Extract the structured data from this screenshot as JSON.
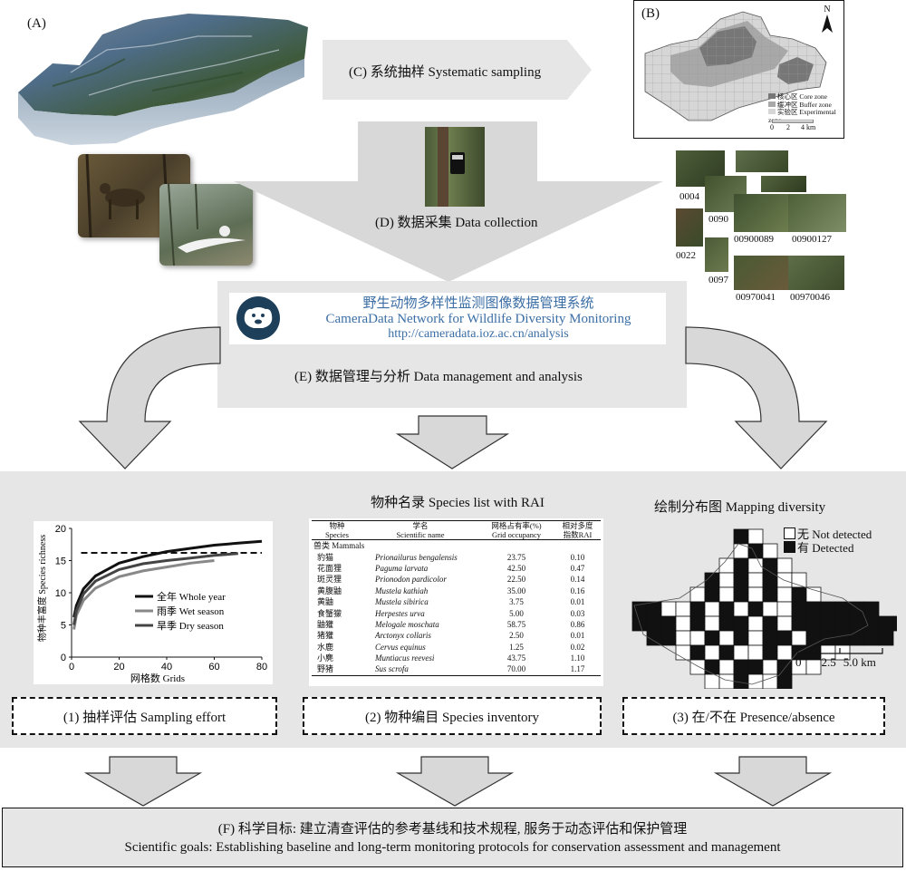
{
  "labels": {
    "A": "(A)",
    "B": "(B)"
  },
  "step_c": "(C) 系统抽样 Systematic sampling",
  "step_d": "(D) 数据采集 Data collection",
  "step_e": "(E) 数据管理与分析 Data management and analysis",
  "map_b": {
    "north": "N",
    "legend": [
      {
        "label": "核心区 Core zone",
        "color": "#777777"
      },
      {
        "label": "缓冲区 Buffer zone",
        "color": "#a8a8a8"
      },
      {
        "label": "实验区 Experimental zone",
        "color": "#d6d6d6"
      }
    ],
    "scale": [
      "0",
      "2",
      "4 km"
    ]
  },
  "thumbnails": [
    "0004",
    "0090",
    "0022",
    "00900089",
    "00900127",
    "0097",
    "00970041",
    "00970046"
  ],
  "system": {
    "title_cn": "野生动物多样性监测图像数据管理系统",
    "title_en": "CameraData Network for Wildlife Diversity Monitoring",
    "url": "http://cameradata.ioz.ac.cn/analysis",
    "accent": "#3b6ea5",
    "logo_color": "#1e3f5a"
  },
  "outputs": {
    "sampling": "(1) 抽样评估 Sampling effort",
    "inventory": "(2) 物种编目 Species inventory",
    "presence": "(3) 在/不在 Presence/absence"
  },
  "species_list": {
    "title": "物种名录 Species list with RAI",
    "headers": [
      [
        "物种",
        "Species"
      ],
      [
        "学名",
        "Scientific name"
      ],
      [
        "网格占有率(%)",
        "Grid occupancy"
      ],
      [
        "相对多度",
        "指数RAI"
      ]
    ],
    "group": "兽类 Mammals",
    "rows": [
      [
        "豹猫",
        "Prionailurus bengalensis",
        "23.75",
        "0.10"
      ],
      [
        "花面狸",
        "Paguma larvata",
        "42.50",
        "0.47"
      ],
      [
        "斑灵狸",
        "Prionodon pardicolor",
        "22.50",
        "0.14"
      ],
      [
        "黄腹鼬",
        "Mustela kathiah",
        "35.00",
        "0.16"
      ],
      [
        "黄鼬",
        "Mustela sibirica",
        "3.75",
        "0.01"
      ],
      [
        "食蟹獴",
        "Herpestes urva",
        "5.00",
        "0.03"
      ],
      [
        "鼬獾",
        "Melogale moschata",
        "58.75",
        "0.86"
      ],
      [
        "猪獾",
        "Arctonyx collaris",
        "2.50",
        "0.01"
      ],
      [
        "水鹿",
        "Cervus equinus",
        "1.25",
        "0.02"
      ],
      [
        "小麂",
        "Muntiacus reevesi",
        "43.75",
        "1.10"
      ],
      [
        "野猪",
        "Sus scrofa",
        "70.00",
        "1.17"
      ]
    ]
  },
  "mapping": {
    "title": "绘制分布图 Mapping diversity",
    "legend_not": "无 Not detected",
    "legend_yes": "有 Detected",
    "scale": [
      "0",
      "2.5",
      "5.0 km"
    ]
  },
  "chart_data": {
    "type": "line",
    "xlabel": "网格数 Grids",
    "ylabel": "物种丰富度 Species richness",
    "xlim": [
      0,
      80
    ],
    "ylim": [
      0,
      20
    ],
    "xticks": [
      0,
      20,
      40,
      60,
      80
    ],
    "yticks": [
      0,
      5,
      10,
      15,
      20
    ],
    "reference_line": 16.2,
    "legend_position": "center-right",
    "series": [
      {
        "name": "全年 Whole year",
        "color": "#111111",
        "x": [
          1,
          2,
          5,
          10,
          20,
          30,
          40,
          50,
          60,
          70,
          80
        ],
        "y": [
          6.2,
          8.0,
          10.6,
          12.6,
          14.6,
          15.6,
          16.4,
          16.9,
          17.4,
          17.7,
          18.0
        ]
      },
      {
        "name": "雨季 Wet season",
        "color": "#888888",
        "x": [
          1,
          2,
          5,
          10,
          20,
          30,
          40,
          50,
          60
        ],
        "y": [
          4.3,
          6.5,
          8.8,
          10.7,
          12.5,
          13.4,
          14.0,
          14.6,
          15.0
        ]
      },
      {
        "name": "旱季 Dry season",
        "color": "#444444",
        "x": [
          1,
          2,
          5,
          10,
          20,
          30,
          40,
          50,
          60,
          70
        ],
        "y": [
          5.0,
          7.2,
          9.8,
          11.8,
          13.6,
          14.5,
          15.0,
          15.4,
          15.8,
          16.1
        ]
      }
    ]
  },
  "goal": {
    "cn": "(F) 科学目标: 建立清查评估的参考基线和技术规程, 服务于动态评估和保护管理",
    "en": "Scientific goals: Establishing baseline and long-term monitoring protocols for conservation assessment and management"
  }
}
